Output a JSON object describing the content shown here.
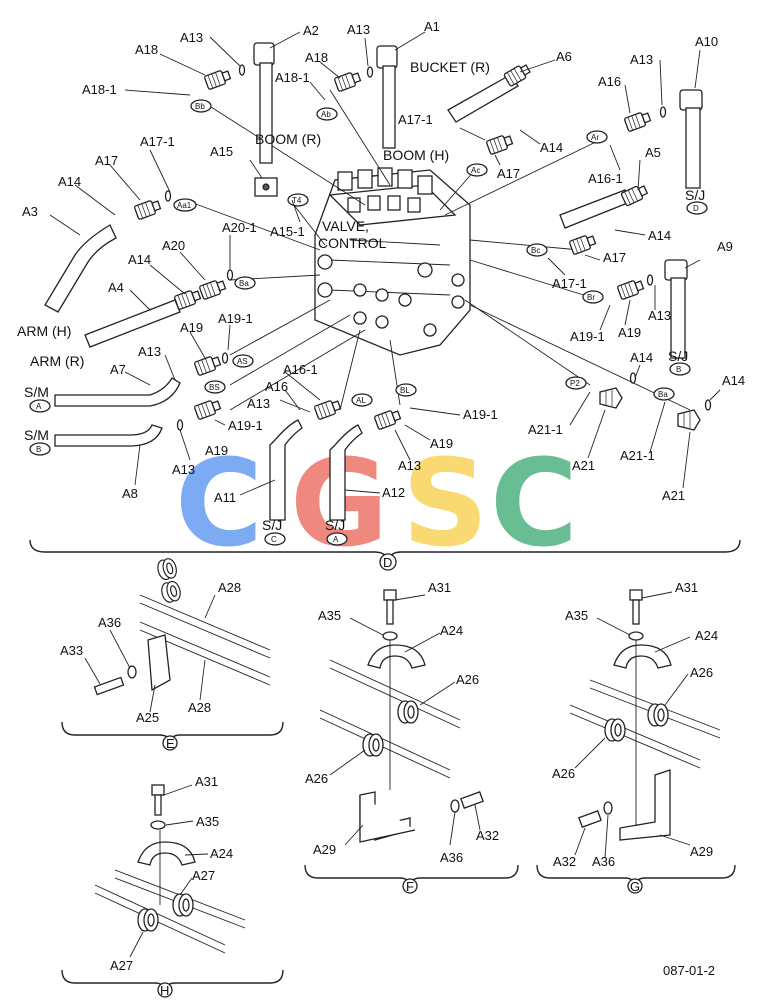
{
  "labels": {
    "a1": "A1",
    "a2": "A2",
    "a3": "A3",
    "a4": "A4",
    "a5": "A5",
    "a6": "A6",
    "a7": "A7",
    "a8": "A8",
    "a9": "A9",
    "a10": "A10",
    "a11": "A11",
    "a12": "A12",
    "a13_1": "A13",
    "a13_2": "A13",
    "a13_3": "A13",
    "a13_4": "A13",
    "a13_5": "A13",
    "a13_6": "A13",
    "a13_7": "A13",
    "a13_8": "A13",
    "a14_1": "A14",
    "a14_2": "A14",
    "a14_3": "A14",
    "a14_4": "A14",
    "a14_5": "A14",
    "a14_6": "A14",
    "a15": "A15",
    "a15_1": "A15-1",
    "a16_1": "A16",
    "a16_2": "A16",
    "a16_1_1": "A16-1",
    "a16_1_2": "A16-1",
    "a17_1": "A17",
    "a17_2": "A17",
    "a17_3": "A17",
    "a17_1_1": "A17-1",
    "a17_1_2": "A17-1",
    "a17_1_3": "A17-1",
    "a18_1": "A18",
    "a18_2": "A18",
    "a18_1_1": "A18-1",
    "a18_1_2": "A18-1",
    "a19_1": "A19",
    "a19_2": "A19",
    "a19_3": "A19",
    "a19_4": "A19",
    "a19_1_1": "A19-1",
    "a19_1_2": "A19-1",
    "a19_1_3": "A19-1",
    "a19_1_4": "A19-1",
    "a20": "A20",
    "a20_1": "A20-1",
    "a21_1": "A21",
    "a21_2": "A21",
    "a21_1_1": "A21-1",
    "a21_1_2": "A21-1",
    "a24_f": "A24",
    "a24_g": "A24",
    "a24_h": "A24",
    "a25": "A25",
    "a26_f1": "A26",
    "a26_f2": "A26",
    "a26_g1": "A26",
    "a26_g2": "A26",
    "a27_1": "A27",
    "a27_2": "A27",
    "a28_1": "A28",
    "a28_2": "A28",
    "a29_f": "A29",
    "a29_g": "A29",
    "a31_f": "A31",
    "a31_g": "A31",
    "a31_h": "A31",
    "a32_f": "A32",
    "a32_g": "A32",
    "a33": "A33",
    "a35_f": "A35",
    "a35_g": "A35",
    "a35_h": "A35",
    "a36_e": "A36",
    "a36_f": "A36",
    "a36_g": "A36"
  },
  "names": {
    "boom_r": "BOOM (R)",
    "boom_h": "BOOM (H)",
    "bucket_r": "BUCKET (R)",
    "valve_1": "VALVE,",
    "valve_2": "CONTROL",
    "arm_h": "ARM (H)",
    "arm_r": "ARM (R)",
    "sm_1": "S/M",
    "sm_2": "S/M",
    "sj_c": "S/J",
    "sj_a": "S/J",
    "sj_b": "S/J",
    "sj_d": "S/J"
  },
  "ports": {
    "bb": "Bb",
    "ab": "Ab",
    "ac": "Ac",
    "ar": "Ar",
    "aa1": "Aa1",
    "t4": "T4",
    "ba": "Ba",
    "as": "AS",
    "bs": "BS",
    "al": "AL",
    "bl": "BL",
    "bc": "Bc",
    "br": "Br",
    "p2": "P2",
    "ba2": "Ba",
    "sm_a": "A",
    "sm_b": "B",
    "sj_c": "C",
    "sj_a": "A",
    "sj_b": "B",
    "sj_d": "D"
  },
  "views": {
    "d": "D",
    "e": "E",
    "f": "F",
    "g": "G",
    "h": "H"
  },
  "code": "087-01-2",
  "watermark": {
    "letters": [
      "C",
      "G",
      "S",
      "C"
    ],
    "colors": [
      "#4a8cf0",
      "#ea5b4f",
      "#f7cb3d",
      "#2fa46a"
    ]
  }
}
